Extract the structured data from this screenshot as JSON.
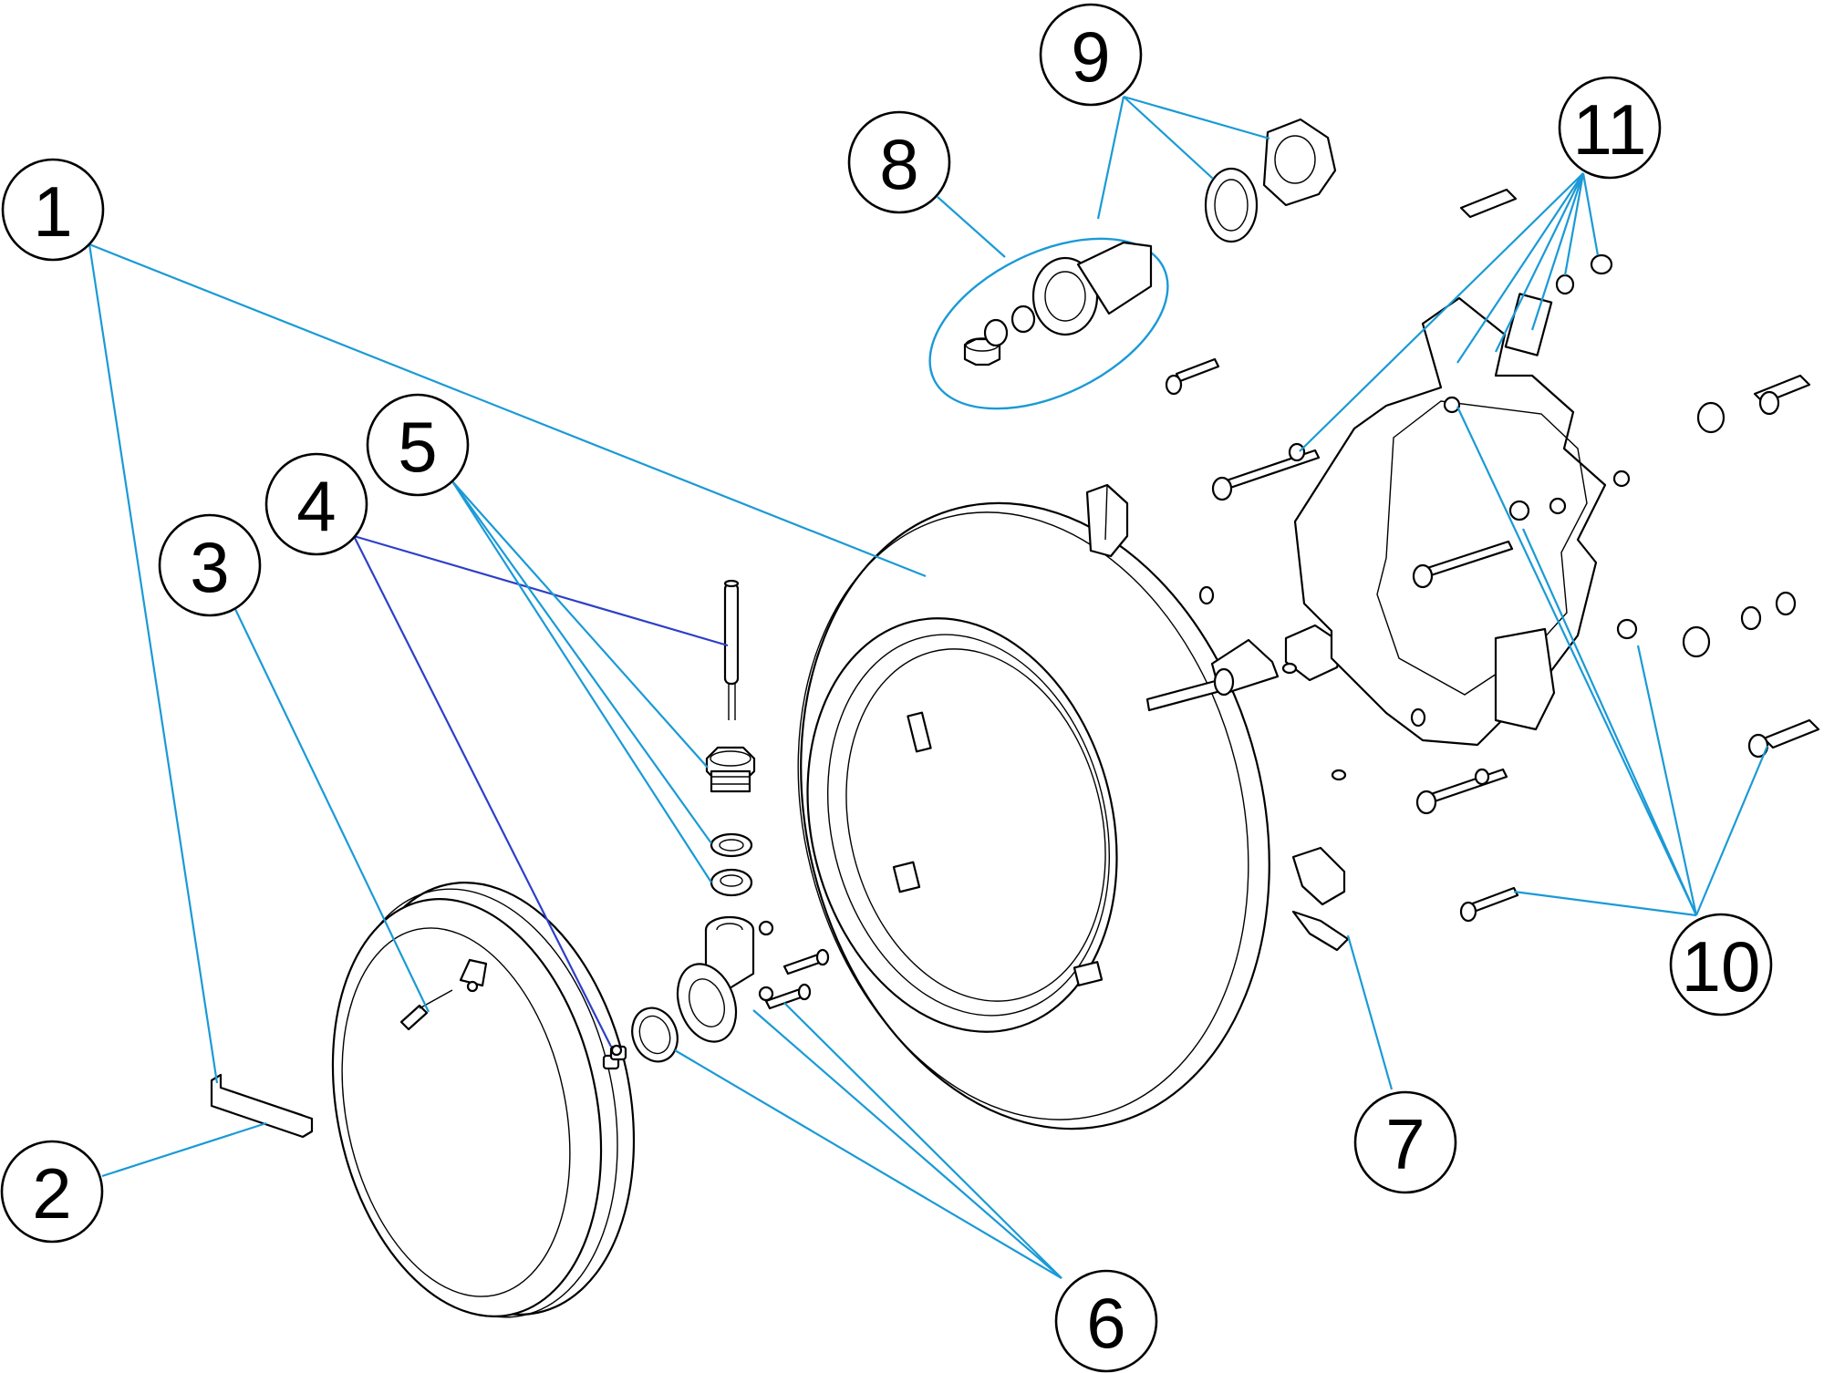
{
  "diagram": {
    "type": "exploded-parts-view",
    "colors": {
      "leader_line": "#1a9ad6",
      "leader_line_alt": "#2d3fc8",
      "outline": "#000000",
      "background": "#ffffff"
    },
    "callouts": [
      {
        "id": "1",
        "label": "1"
      },
      {
        "id": "2",
        "label": "2"
      },
      {
        "id": "3",
        "label": "3"
      },
      {
        "id": "4",
        "label": "4"
      },
      {
        "id": "5",
        "label": "5"
      },
      {
        "id": "6",
        "label": "6"
      },
      {
        "id": "7",
        "label": "7"
      },
      {
        "id": "8",
        "label": "8"
      },
      {
        "id": "9",
        "label": "9"
      },
      {
        "id": "10",
        "label": "10"
      },
      {
        "id": "11",
        "label": "11"
      }
    ]
  }
}
